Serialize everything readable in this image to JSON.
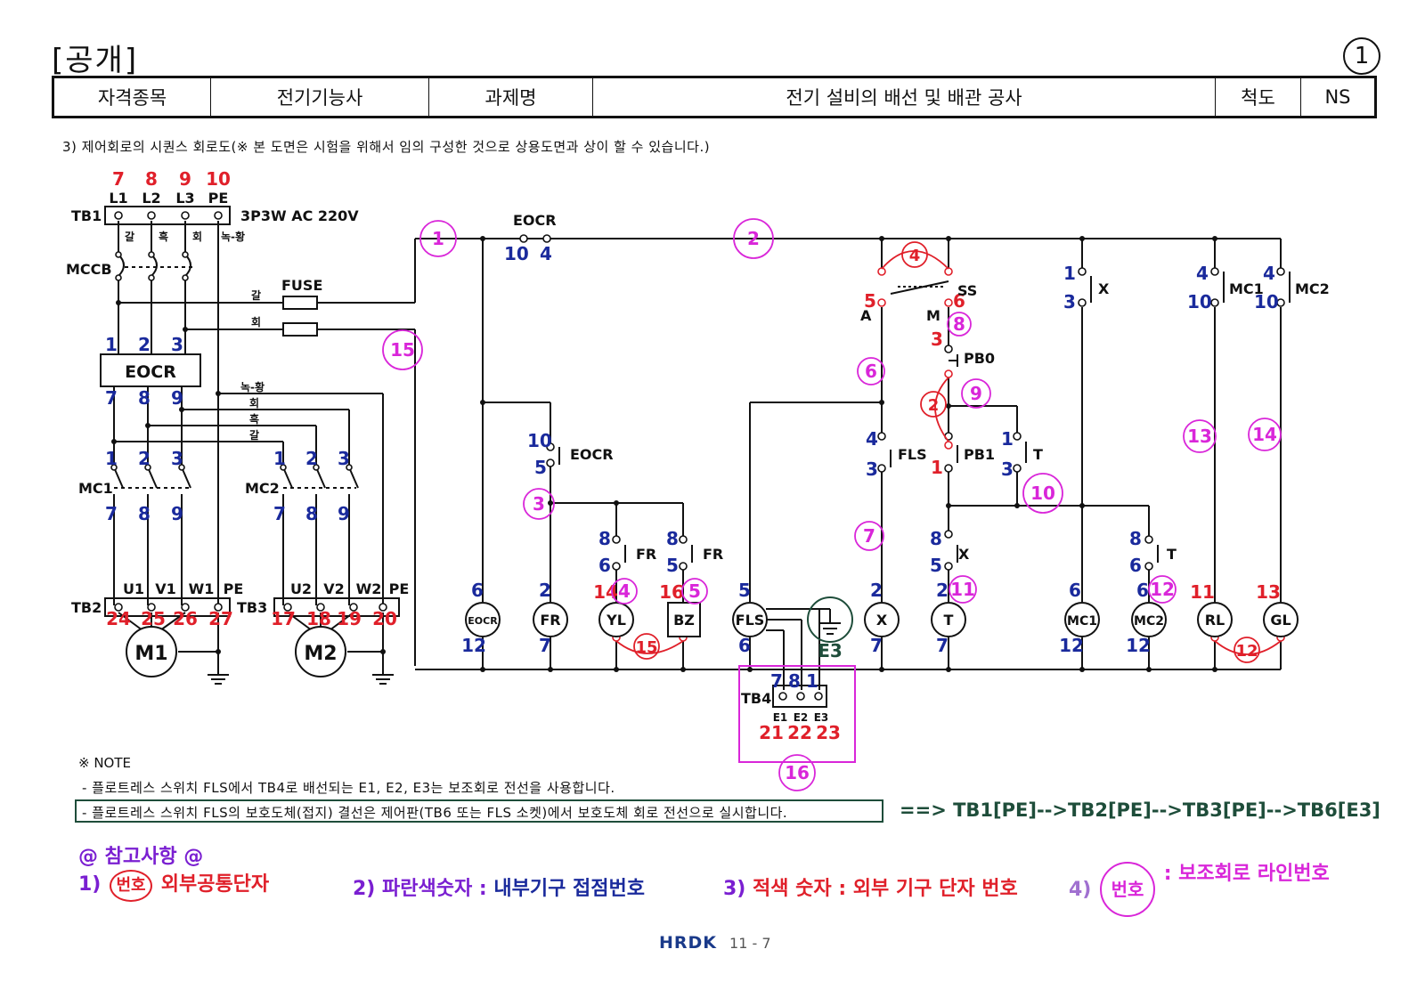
{
  "header": {
    "title": "[공개]",
    "page_circle": "1",
    "table": [
      "자격종목",
      "전기기능사",
      "과제명",
      "전기 설비의 배선 및 배관 공사",
      "척도",
      "NS"
    ]
  },
  "subtitle": "3) 제어회로의 시퀀스 회로도(※ 본 도면은 시험을 위해서 임의 구성한 것으로 상용도면과 상이 할 수 있습니다.)",
  "diagram": {
    "tb1": {
      "label": "TB1",
      "spec": "3P3W AC 220V",
      "terms": [
        "L1",
        "L2",
        "L3",
        "PE"
      ],
      "nums": [
        "7",
        "8",
        "9",
        "10"
      ],
      "wire_colors": [
        "갈",
        "흑",
        "회",
        "녹-황"
      ]
    },
    "mccb": "MCCB",
    "fuse": "FUSE",
    "fuse_wires": [
      "갈",
      "회"
    ],
    "eocr_main": "EOCR",
    "eocr_in": [
      "1",
      "2",
      "3"
    ],
    "eocr_out": [
      "7",
      "8",
      "9"
    ],
    "bus_wires": [
      "녹-황",
      "회",
      "흑",
      "갈"
    ],
    "mc1": {
      "label": "MC1",
      "top": [
        "1",
        "2",
        "3"
      ],
      "bot": [
        "7",
        "8",
        "9"
      ]
    },
    "mc2": {
      "label": "MC2",
      "top": [
        "1",
        "2",
        "3"
      ],
      "bot": [
        "7",
        "8",
        "9"
      ]
    },
    "tb2": {
      "label": "TB2",
      "terms": [
        "U1",
        "V1",
        "W1",
        "PE"
      ],
      "nums": [
        "24",
        "25",
        "26",
        "27"
      ]
    },
    "tb3": {
      "label": "TB3",
      "terms": [
        "U2",
        "V2",
        "W2",
        "PE"
      ],
      "nums": [
        "17",
        "18",
        "19",
        "20"
      ]
    },
    "motors": [
      "M1",
      "M2"
    ],
    "eocr_contact": {
      "label": "EOCR",
      "a": "10",
      "b": "4"
    },
    "eocr_nc": {
      "label": "EOCR",
      "a": "10",
      "b": "5"
    },
    "ss": {
      "label": "SS",
      "a": "5",
      "b": "6",
      "pos_a": "A",
      "pos_m": "M"
    },
    "pb0": {
      "label": "PB0",
      "top": "3",
      "bot": "2"
    },
    "pb1": {
      "label": "PB1",
      "top": "1"
    },
    "fls": {
      "label": "FLS",
      "top": "4",
      "bot": "3"
    },
    "t_contact": {
      "label": "T",
      "top": "1",
      "bot": "3"
    },
    "x_contact": {
      "label": "X",
      "top": "1",
      "bot": "3"
    },
    "mc1_contact": {
      "label": "MC1",
      "top": "4",
      "bot": "10"
    },
    "mc2_contact": {
      "label": "MC2",
      "top": "4",
      "bot": "10"
    },
    "fr1": {
      "label": "FR",
      "top": "8",
      "bot": "6"
    },
    "fr2": {
      "label": "FR",
      "top": "8",
      "bot": "5"
    },
    "x_lower": {
      "label": "X",
      "top": "8",
      "bot": "5"
    },
    "t_lower": {
      "label": "T",
      "top": "8",
      "bot": "6"
    },
    "loads": [
      {
        "name": "EOCR",
        "top": "6",
        "bot": "12"
      },
      {
        "name": "FR",
        "top": "2",
        "bot": "7"
      },
      {
        "name": "YL",
        "top": "14",
        "bot": ""
      },
      {
        "name": "BZ",
        "top": "16",
        "bot": ""
      },
      {
        "name": "FLS",
        "top": "5",
        "bot": "6"
      },
      {
        "name": "E3",
        "top": "",
        "bot": ""
      },
      {
        "name": "X",
        "top": "2",
        "bot": "7"
      },
      {
        "name": "T",
        "top": "2",
        "bot": "7"
      },
      {
        "name": "MC1",
        "top": "6",
        "bot": "12"
      },
      {
        "name": "MC2",
        "top": "6",
        "bot": "12"
      },
      {
        "name": "RL",
        "top": "11",
        "bot": ""
      },
      {
        "name": "GL",
        "top": "13",
        "bot": ""
      }
    ],
    "tb4": {
      "label": "TB4",
      "top": [
        "7",
        "8",
        "1"
      ],
      "terms": [
        "E1",
        "E2",
        "E3"
      ],
      "nums": [
        "21",
        "22",
        "23"
      ]
    },
    "e3_label": "E3",
    "red_circles": [
      "4",
      "2",
      "15",
      "12"
    ],
    "mag_circles": [
      "1",
      "2",
      "15",
      "3",
      "4",
      "5",
      "6",
      "7",
      "8",
      "9",
      "10",
      "11",
      "12",
      "13",
      "14",
      "16"
    ]
  },
  "notes": {
    "head": "※ NOTE",
    "line1": "- 플로트레스 스위치 FLS에서 TB4로 배선되는 E1, E2, E3는 보조회로 전선을 사용합니다.",
    "line2": "- 플로트레스 스위치 FLS의 보호도체(접지) 결선은 제어판(TB6 또는 FLS 소켓)에서 보호도체 회로 전선으로 실시합니다.",
    "arrow": "==> TB1[PE]-->TB2[PE]-->TB3[PE]-->TB6[E3]"
  },
  "reference": {
    "head": "@ 참고사항 @",
    "items": [
      {
        "num": "1)",
        "badge": "번호",
        "text": "외부공통단자"
      },
      {
        "num": "2)",
        "badge": "",
        "text": "파란색숫자  : 내부기구 접점번호"
      },
      {
        "num": "3)",
        "badge": "",
        "text": "적색 숫자 : 외부 기구 단자 번호"
      },
      {
        "num": "4)",
        "badge": "번호",
        "text": ": 보조회로 라인번호"
      }
    ],
    "item2_prefix": "파란색숫자  :",
    "item2_text": "내부기구 접점번호",
    "item3_prefix": "적색 숫자 :",
    "item3_text": "외부 기구 단자 번호"
  },
  "footer": {
    "logo": "HRDK",
    "page": "11 - 7"
  },
  "colors": {
    "blue": "#1a2a9c",
    "red": "#e0202a",
    "magenta": "#d926d9",
    "green": "#1e4d3a",
    "purple": "#7a1fd1"
  }
}
